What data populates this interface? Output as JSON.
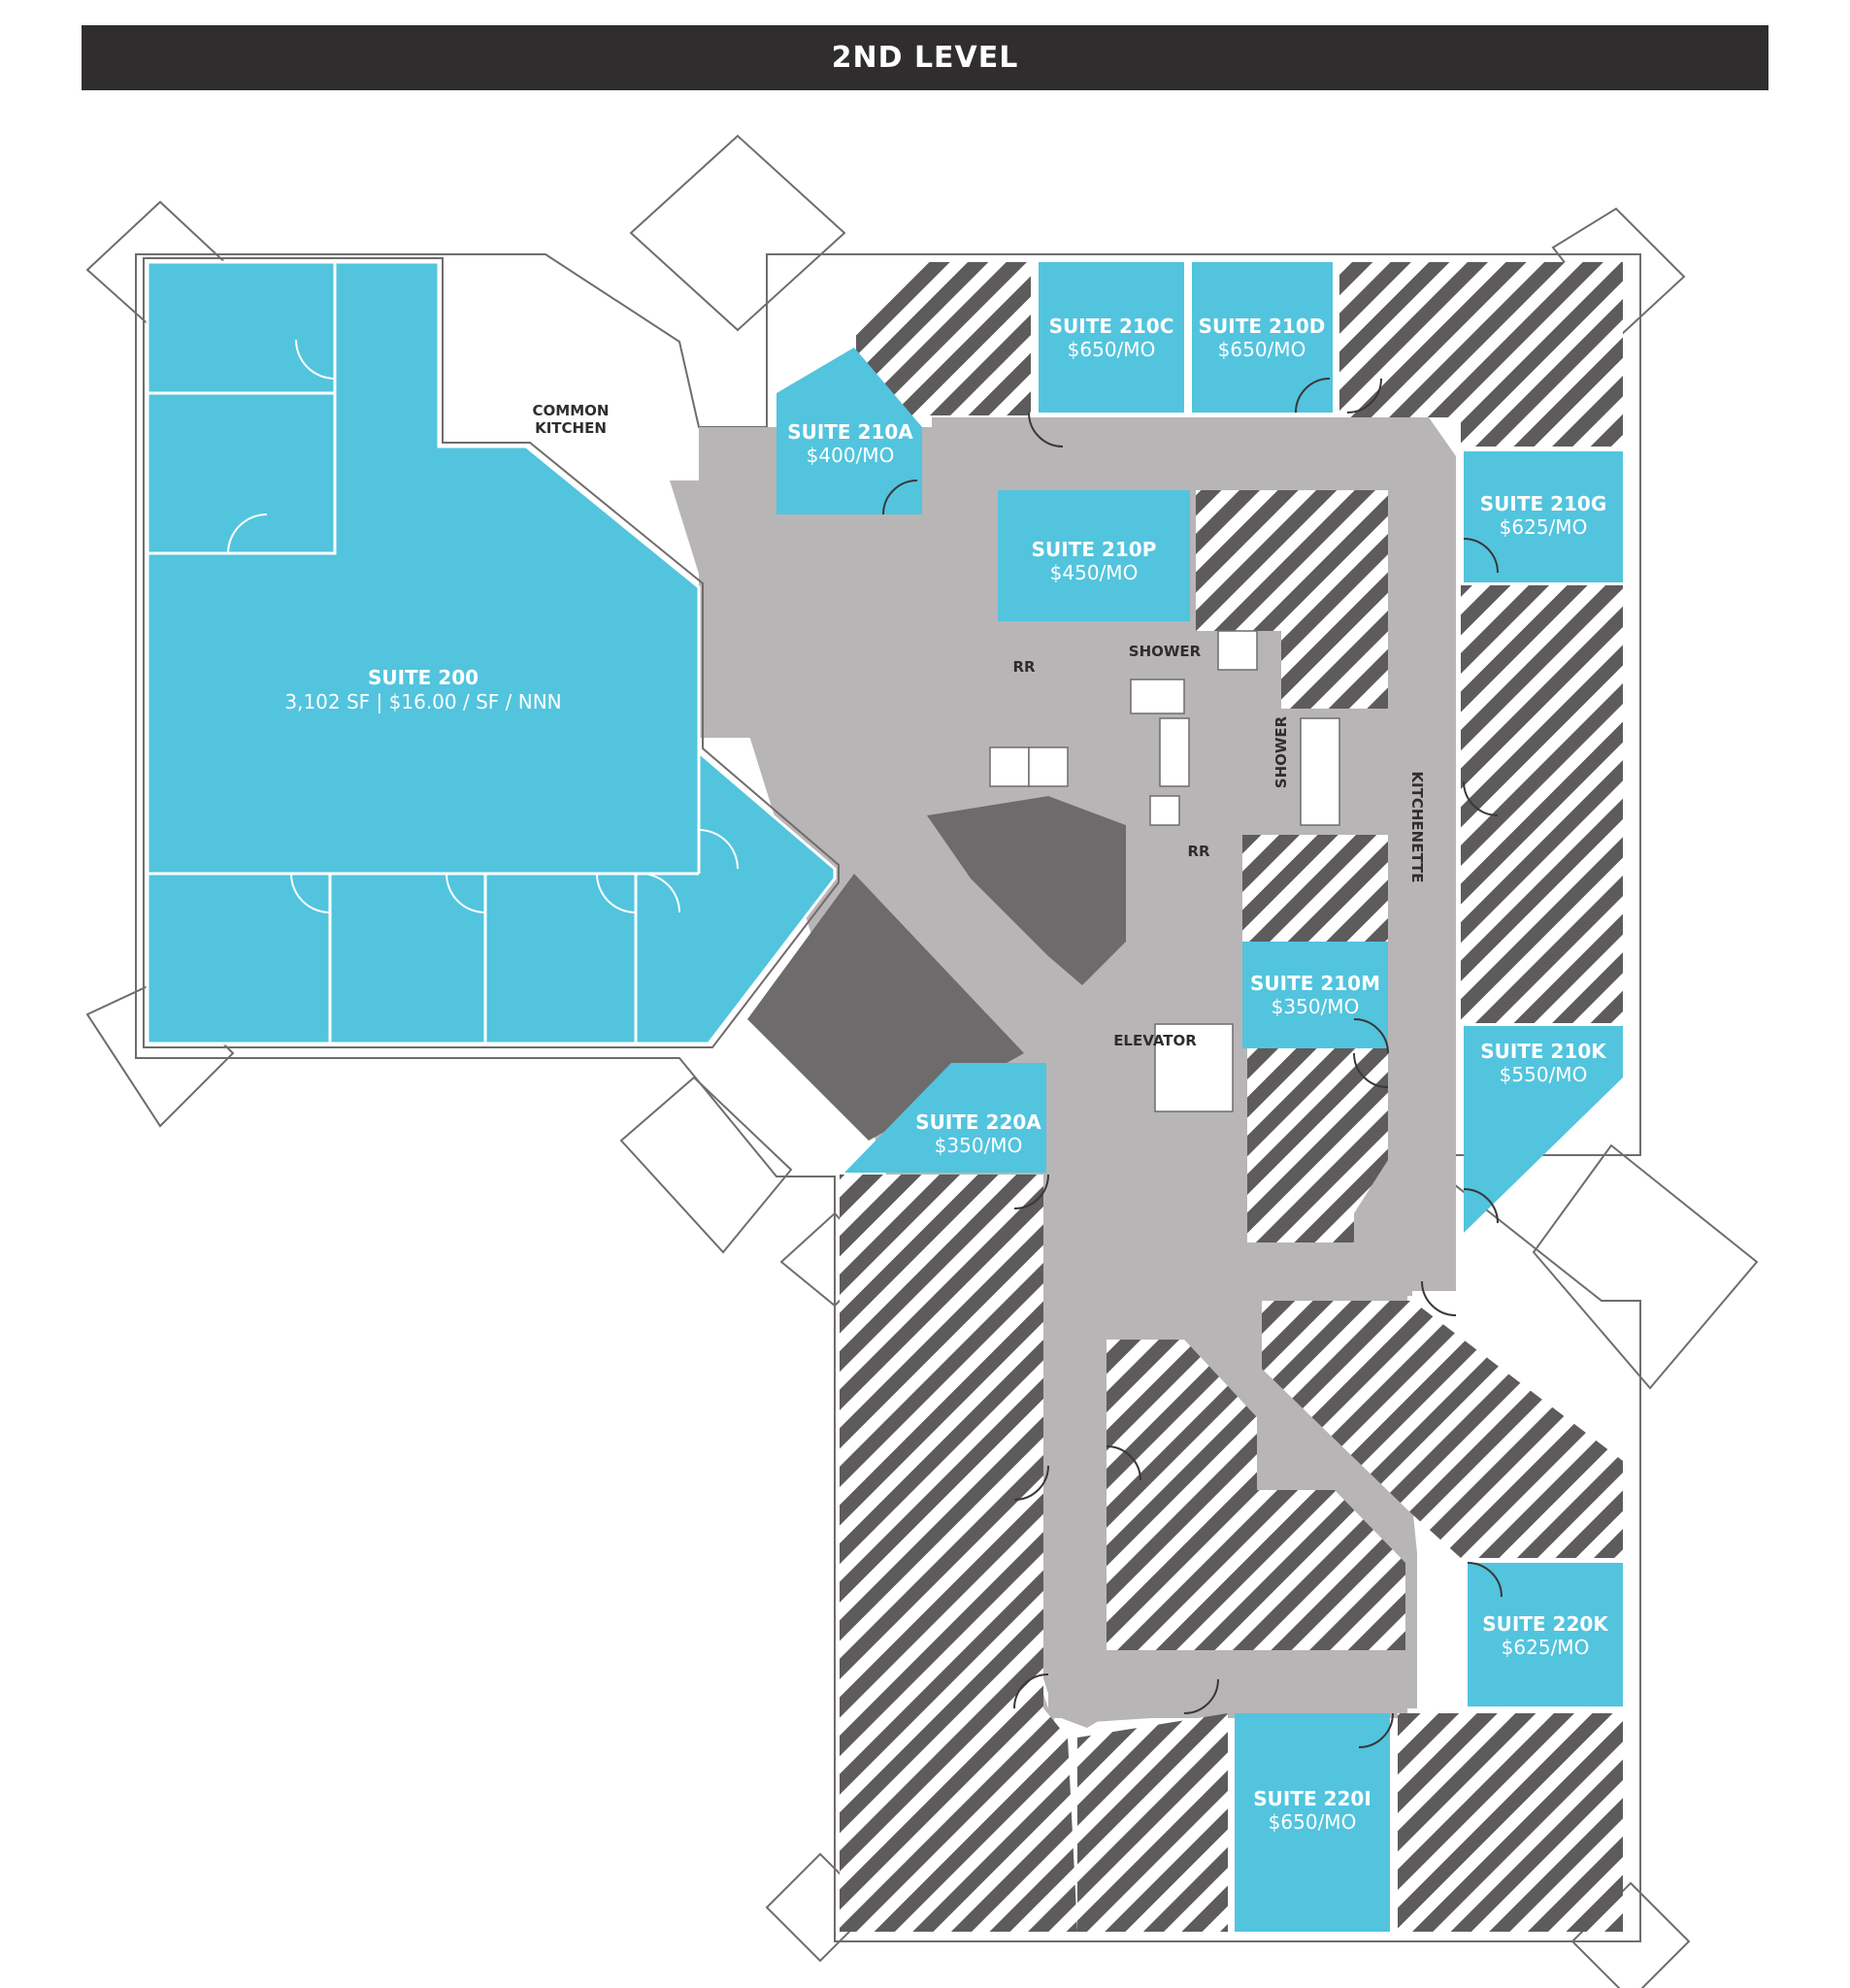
{
  "header": {
    "title": "2ND LEVEL"
  },
  "colors": {
    "available": "#52c4de",
    "leased_hatch": "#5e5b5c",
    "common": "#b8b5b6",
    "header_bg": "#302d2e"
  },
  "suites": {
    "s200": {
      "name": "SUITE 200",
      "price": "3,102 SF | $16.00 / SF / NNN"
    },
    "s210a": {
      "name": "SUITE 210A",
      "price": "$400/MO"
    },
    "s210c": {
      "name": "SUITE 210C",
      "price": "$650/MO"
    },
    "s210d": {
      "name": "SUITE 210D",
      "price": "$650/MO"
    },
    "s210g": {
      "name": "SUITE 210G",
      "price": "$625/MO"
    },
    "s210p": {
      "name": "SUITE 210P",
      "price": "$450/MO"
    },
    "s210m": {
      "name": "SUITE 210M",
      "price": "$350/MO"
    },
    "s210k": {
      "name": "SUITE 210K",
      "price": "$550/MO"
    },
    "s220a": {
      "name": "SUITE 220A",
      "price": "$350/MO"
    },
    "s220k": {
      "name": "SUITE 220K",
      "price": "$625/MO"
    },
    "s220i": {
      "name": "SUITE 220I",
      "price": "$650/MO"
    }
  },
  "rooms": {
    "kitchen_1": "COMMON",
    "kitchen_2": "KITCHEN",
    "rr_upper": "RR",
    "rr_lower": "RR",
    "shower_top": "SHOWER",
    "shower_side": "SHOWER",
    "kitchenette": "KITCHENETTE",
    "elevator": "ELEVATOR"
  }
}
